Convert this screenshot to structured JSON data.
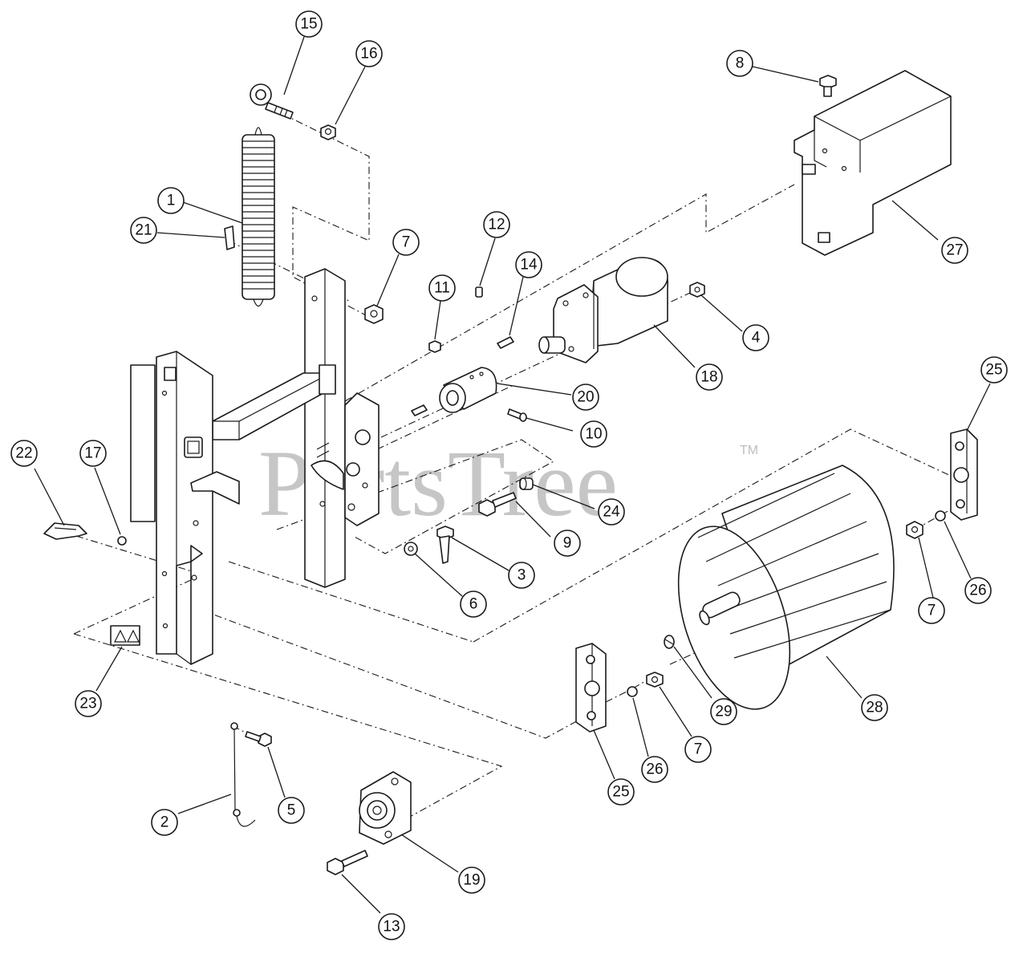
{
  "watermark": {
    "text": "PartsTree",
    "trademark": "TM"
  },
  "callouts": [
    {
      "label": "15"
    },
    {
      "label": "16"
    },
    {
      "label": "8"
    },
    {
      "label": "1"
    },
    {
      "label": "12"
    },
    {
      "label": "7"
    },
    {
      "label": "27"
    },
    {
      "label": "14"
    },
    {
      "label": "11"
    },
    {
      "label": "21"
    },
    {
      "label": "4"
    },
    {
      "label": "18"
    },
    {
      "label": "20"
    },
    {
      "label": "25"
    },
    {
      "label": "10"
    },
    {
      "label": "22"
    },
    {
      "label": "17"
    },
    {
      "label": "24"
    },
    {
      "label": "9"
    },
    {
      "label": "3"
    },
    {
      "label": "6"
    },
    {
      "label": "7"
    },
    {
      "label": "26"
    },
    {
      "label": "23"
    },
    {
      "label": "29"
    },
    {
      "label": "28"
    },
    {
      "label": "26"
    },
    {
      "label": "7"
    },
    {
      "label": "25"
    },
    {
      "label": "5"
    },
    {
      "label": "2"
    },
    {
      "label": "19"
    },
    {
      "label": "13"
    }
  ],
  "colors": {
    "line": "#1a1a1a",
    "watermark": "#bdbdbd",
    "background": "#ffffff"
  }
}
